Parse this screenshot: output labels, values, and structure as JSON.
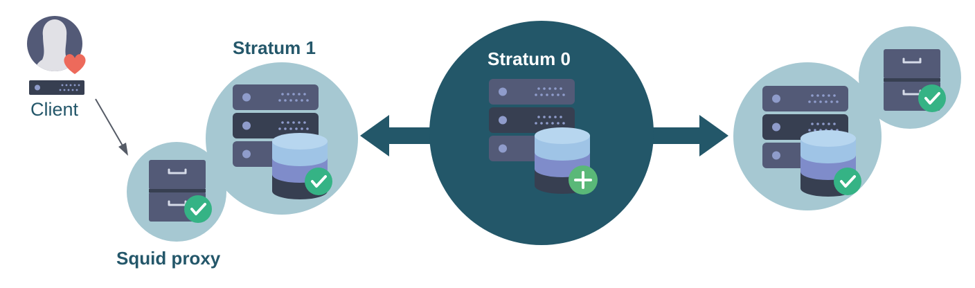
{
  "labels": {
    "stratum0": "Stratum 0",
    "stratum1": "Stratum 1",
    "squid_proxy": "Squid proxy",
    "client": "Client"
  },
  "colors": {
    "dark_teal": "#235769",
    "light_circle": "#a6c8d2",
    "server_light": "#535a77",
    "server_dark": "#373f51",
    "server_dots": "#8f9ccb",
    "db_top": "#9fc4e6",
    "db_mid": "#7f8cca",
    "db_bottom": "#373f51",
    "badge_green": "#35b385",
    "add_green": "#5ab878",
    "heart": "#ed6a5b",
    "arrow_gray": "#555b66",
    "avatar_bg": "#535a77"
  },
  "icons": [
    "server-rack-icon",
    "database-icon",
    "checkmark-badge-icon",
    "plus-badge-icon",
    "file-cabinet-icon",
    "user-avatar-icon",
    "heart-icon",
    "router-icon",
    "double-arrow-icon"
  ]
}
